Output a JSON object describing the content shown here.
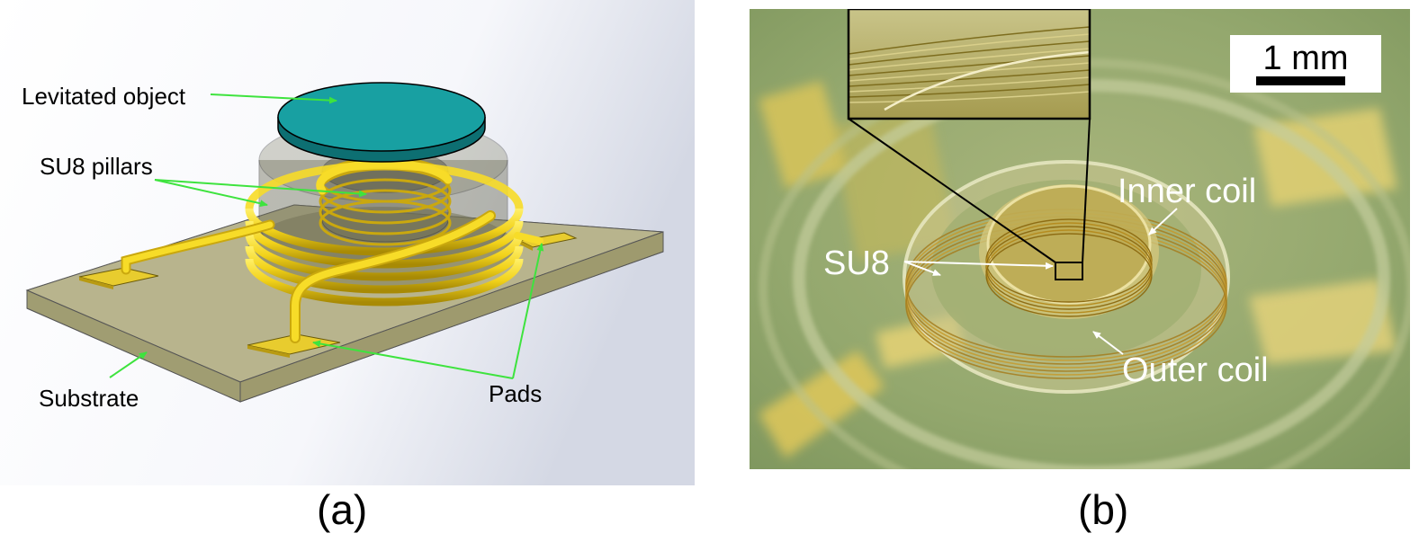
{
  "panel_a": {
    "labels": {
      "levitated_object": "Levitated object",
      "su8_pillars": "SU8 pillars",
      "substrate": "Substrate",
      "pads": "Pads"
    },
    "caption": "(a)",
    "colors": {
      "levitated_disk": "#18a0a2",
      "coil": "#f2d21a",
      "substrate": "#b5b187",
      "pad": "#e8cc2e",
      "annotation_arrow": "#3ee33e"
    }
  },
  "panel_b": {
    "labels": {
      "inner_coil": "Inner coil",
      "su8": "SU8",
      "outer_coil": "Outer coil"
    },
    "scale_bar": "1 mm",
    "caption": "(b)",
    "colors": {
      "photo_background": "#94a86e",
      "annotation_arrow": "#ffffff"
    }
  }
}
